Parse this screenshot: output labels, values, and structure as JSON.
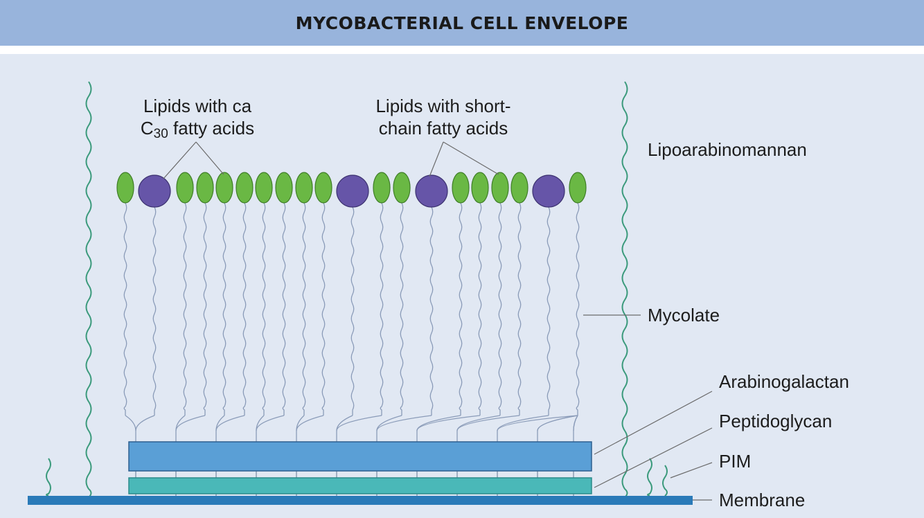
{
  "title": "MYCOBACTERIAL CELL ENVELOPE",
  "labels": {
    "long_lipids_line1": "Lipids with ca",
    "long_lipids_c": "C",
    "long_lipids_sub": "30",
    "long_lipids_rest": " fatty acids",
    "short_lipids_line1": "Lipids with short-",
    "short_lipids_line2": "chain fatty acids",
    "lipoarabinomannan": "Lipoarabinomannan",
    "mycolate": "Mycolate",
    "arabinogalactan": "Arabinogalactan",
    "peptidoglycan": "Peptidoglycan",
    "pim": "PIM",
    "membrane": "Membrane"
  },
  "colors": {
    "background": "#e1e8f3",
    "title_bar": "#98b4dc",
    "green_lipid_head": "#6ab844",
    "purple_lipid_head": "#6655a8",
    "wavy_line": "#3b9a7c",
    "lipid_tail": "#8a9bb8",
    "arabinogalactan_layer": "#5a9fd6",
    "peptidoglycan_layer": "#4ab8b8",
    "membrane": "#2a7ab8"
  },
  "head_groups": [
    "green",
    "purple",
    "green",
    "green",
    "green",
    "green",
    "green",
    "green",
    "green",
    "green",
    "purple",
    "green",
    "green",
    "purple",
    "green",
    "green",
    "green",
    "green",
    "purple",
    "green"
  ]
}
